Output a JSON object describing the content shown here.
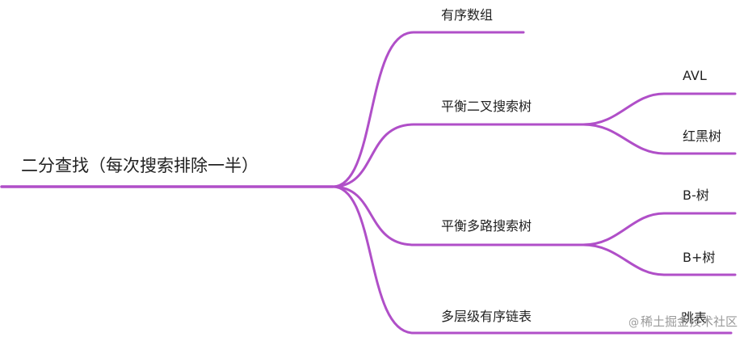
{
  "diagram": {
    "type": "mindmap",
    "line_color": "#b04fc8",
    "root": {
      "label": "二分查找（每次搜索排除一半）"
    },
    "branches": [
      {
        "label": "有序数组",
        "children": []
      },
      {
        "label": "平衡二叉搜索树",
        "children": [
          {
            "label": "AVL"
          },
          {
            "label": "红黑树"
          }
        ]
      },
      {
        "label": "平衡多路搜索树",
        "children": [
          {
            "label": "B-树"
          },
          {
            "label": "B+树"
          }
        ]
      },
      {
        "label": "多层级有序链表",
        "children": [
          {
            "label": "跳表"
          }
        ]
      }
    ]
  },
  "watermark": {
    "icon": "at-icon",
    "text": "稀土掘金技术社区"
  }
}
